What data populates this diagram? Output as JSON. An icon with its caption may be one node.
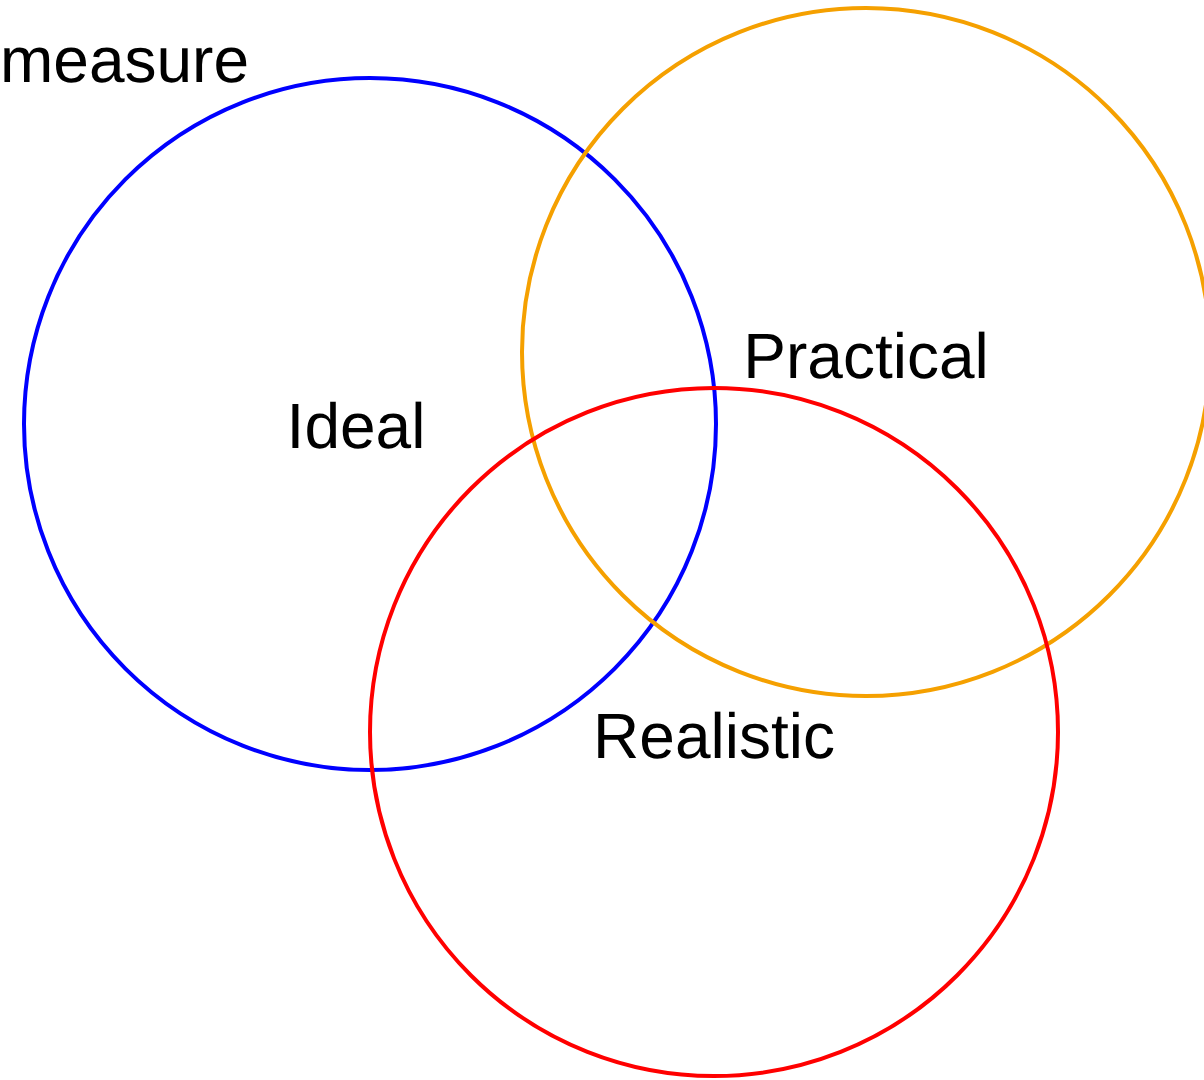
{
  "diagram": {
    "nodes": [
      {
        "text": [
          "Ideal"
        ]
      },
      {
        "text": [
          "Practical"
        ]
      },
      {
        "text": [
          "Realistic"
        ]
      }
    ],
    "labels": [
      "measure"
    ]
  }
}
